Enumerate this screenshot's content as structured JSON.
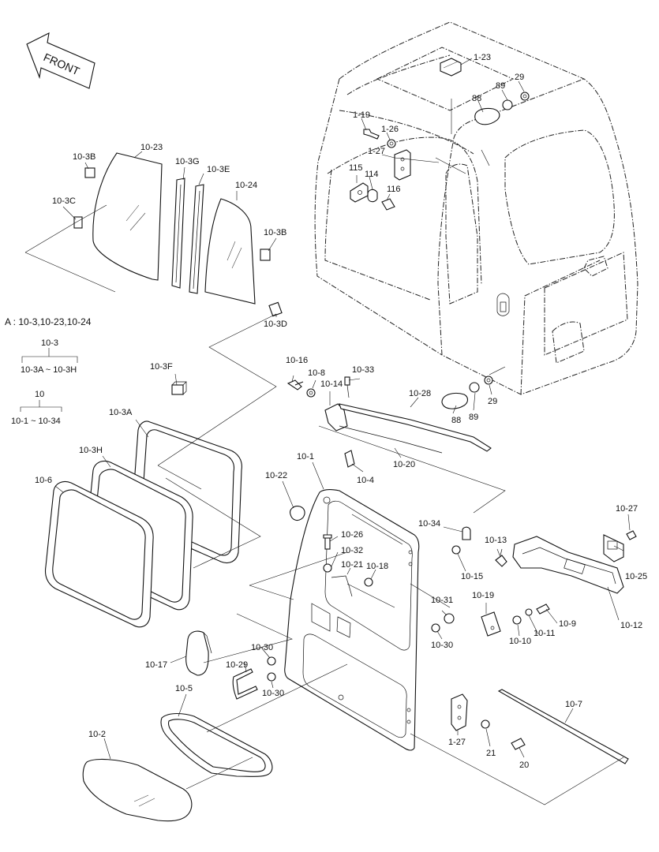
{
  "front_label": "FRONT",
  "legend": {
    "note": "A : 10-3,10-23,10-24",
    "tree1_top": "10-3",
    "tree1_bottom": "10-3A ~ 10-3H",
    "tree2_top": "10",
    "tree2_bottom": "10-1 ~ 10-34"
  },
  "labels": [
    {
      "id": "p_1_23",
      "text": "1-23"
    },
    {
      "id": "p_89_a",
      "text": "89"
    },
    {
      "id": "p_29_a",
      "text": "29"
    },
    {
      "id": "p_88_a",
      "text": "88"
    },
    {
      "id": "p_1_19",
      "text": "1-19"
    },
    {
      "id": "p_1_26",
      "text": "1-26"
    },
    {
      "id": "p_1_27_a",
      "text": "1-27"
    },
    {
      "id": "p_115",
      "text": "115"
    },
    {
      "id": "p_114",
      "text": "114"
    },
    {
      "id": "p_116",
      "text": "116"
    },
    {
      "id": "p_10_3B_a",
      "text": "10-3B"
    },
    {
      "id": "p_10_23",
      "text": "10-23"
    },
    {
      "id": "p_10_3G",
      "text": "10-3G"
    },
    {
      "id": "p_10_3E",
      "text": "10-3E"
    },
    {
      "id": "p_10_24",
      "text": "10-24"
    },
    {
      "id": "p_10_3C",
      "text": "10-3C"
    },
    {
      "id": "p_10_3B_b",
      "text": "10-3B"
    },
    {
      "id": "p_10_3D",
      "text": "10-3D"
    },
    {
      "id": "p_10_16",
      "text": "10-16"
    },
    {
      "id": "p_10_8",
      "text": "10-8"
    },
    {
      "id": "p_10_14",
      "text": "10-14"
    },
    {
      "id": "p_10_33",
      "text": "10-33"
    },
    {
      "id": "p_10_28",
      "text": "10-28"
    },
    {
      "id": "p_88_b",
      "text": "88"
    },
    {
      "id": "p_89_b",
      "text": "89"
    },
    {
      "id": "p_29_b",
      "text": "29"
    },
    {
      "id": "p_10_3F",
      "text": "10-3F"
    },
    {
      "id": "p_10_3A",
      "text": "10-3A"
    },
    {
      "id": "p_10_3H",
      "text": "10-3H"
    },
    {
      "id": "p_10_6",
      "text": "10-6"
    },
    {
      "id": "p_10_20",
      "text": "10-20"
    },
    {
      "id": "p_10_4",
      "text": "10-4"
    },
    {
      "id": "p_10_1",
      "text": "10-1"
    },
    {
      "id": "p_10_22",
      "text": "10-22"
    },
    {
      "id": "p_10_26",
      "text": "10-26"
    },
    {
      "id": "p_10_32",
      "text": "10-32"
    },
    {
      "id": "p_10_21",
      "text": "10-21"
    },
    {
      "id": "p_10_18",
      "text": "10-18"
    },
    {
      "id": "p_10_34",
      "text": "10-34"
    },
    {
      "id": "p_10_15",
      "text": "10-15"
    },
    {
      "id": "p_10_13",
      "text": "10-13"
    },
    {
      "id": "p_10_27",
      "text": "10-27"
    },
    {
      "id": "p_10_25",
      "text": "10-25"
    },
    {
      "id": "p_10_31",
      "text": "10-31"
    },
    {
      "id": "p_10_30_a",
      "text": "10-30"
    },
    {
      "id": "p_10_19",
      "text": "10-19"
    },
    {
      "id": "p_10_9",
      "text": "10-9"
    },
    {
      "id": "p_10_11",
      "text": "10-11"
    },
    {
      "id": "p_10_10",
      "text": "10-10"
    },
    {
      "id": "p_10_12",
      "text": "10-12"
    },
    {
      "id": "p_10_17",
      "text": "10-17"
    },
    {
      "id": "p_10_30_b",
      "text": "10-30"
    },
    {
      "id": "p_10_29",
      "text": "10-29"
    },
    {
      "id": "p_10_30_c",
      "text": "10-30"
    },
    {
      "id": "p_10_5",
      "text": "10-5"
    },
    {
      "id": "p_10_7",
      "text": "10-7"
    },
    {
      "id": "p_10_2",
      "text": "10-2"
    },
    {
      "id": "p_1_27_b",
      "text": "1-27"
    },
    {
      "id": "p_21",
      "text": "21"
    },
    {
      "id": "p_20",
      "text": "20"
    }
  ]
}
